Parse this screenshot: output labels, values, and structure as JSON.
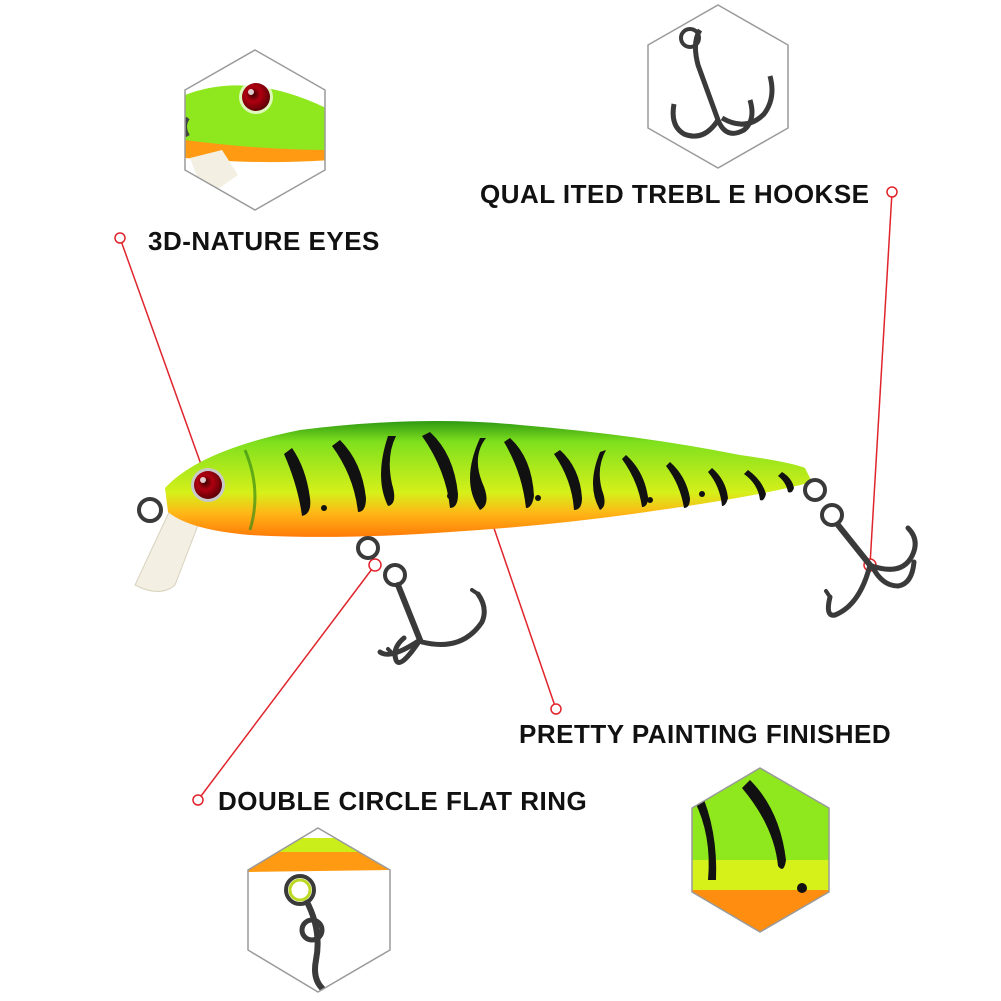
{
  "callouts": {
    "eyes": "3D-NATURE EYES",
    "hooks": "QUAL ITED TREBL E HOOKSE",
    "paint": "PRETTY PAINTING FINISHED",
    "ring": "DOUBLE CIRCLE FLAT RING"
  },
  "colors": {
    "accent_line": "#e0242c",
    "hex_border": "#9a9a9a",
    "lure_green": "#7fe01e",
    "lure_yellow": "#d6f01a",
    "lure_orange": "#ff8a10",
    "stripe": "#111111",
    "hook": "#3a3a3a"
  }
}
